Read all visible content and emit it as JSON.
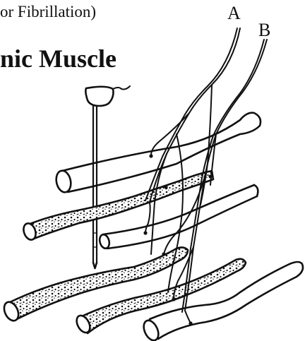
{
  "caption": "or Fibrillation)",
  "heading": "nic Muscle",
  "labels": {
    "a": "A",
    "b": "B"
  },
  "colors": {
    "ink": "#111111",
    "background": "#ffffff"
  }
}
